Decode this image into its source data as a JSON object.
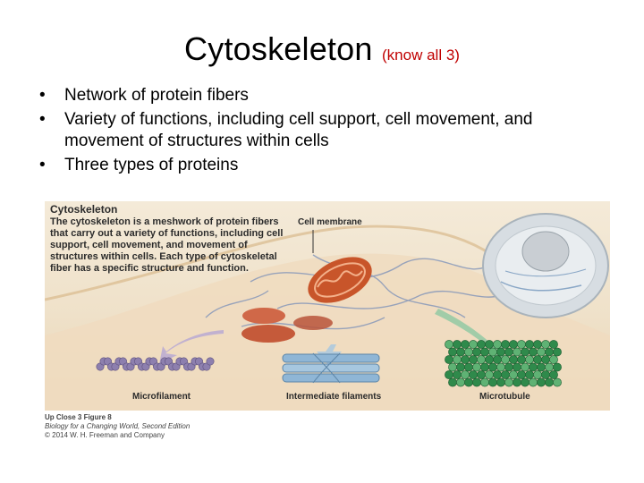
{
  "slide": {
    "title": "Cytoskeleton",
    "title_note": "(know all 3)",
    "bullets": [
      "Network of protein fibers",
      "Variety of functions, including cell support, cell movement, and movement of structures within cells",
      "Three types of proteins"
    ]
  },
  "figure": {
    "heading": "Cytoskeleton",
    "description": "The cytoskeleton is a meshwork of protein fibers that carry out a variety of functions, including cell support, cell movement, and movement of structures within cells. Each type of cytoskeletal fiber has a specific structure and function.",
    "cell_membrane_label": "Cell membrane",
    "labels": {
      "microfilament": "Microfilament",
      "intermediate": "Intermediate filaments",
      "microtubule": "Microtubule"
    }
  },
  "credit": {
    "line1": "Up Close 3 Figure 8",
    "line2": "Biology for a Changing World, Second Edition",
    "line3": "© 2014 W. H. Freeman and Company"
  },
  "colors": {
    "title_note": "#c00000",
    "microfilament": "#8d7fae",
    "intermediate": "#8fb6d6",
    "microtubule": "#2f8a4b",
    "mitochondria": "#c8552a"
  }
}
